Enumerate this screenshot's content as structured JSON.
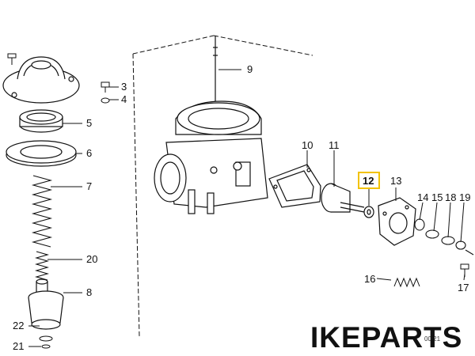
{
  "diagram": {
    "callouts": [
      "9",
      "3",
      "4",
      "5",
      "6",
      "7",
      "20",
      "8",
      "22",
      "21",
      "10",
      "11",
      "12",
      "13",
      "14",
      "15",
      "18",
      "19",
      "16",
      "17"
    ],
    "highlighted_callout": "12",
    "highlight_color": "#f2c200",
    "line_color": "#111111"
  },
  "watermark": "IKEPARTS",
  "image_code": "00 21"
}
